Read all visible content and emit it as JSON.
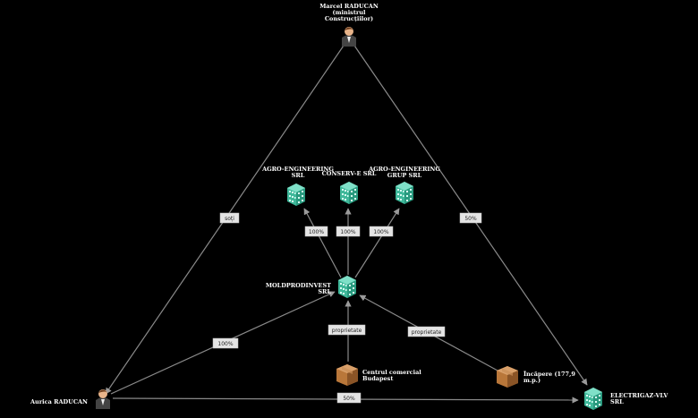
{
  "nodes": {
    "marcel": {
      "lines": [
        "Marcel RADUCAN",
        "(ministrul",
        "Construcțiilor)"
      ],
      "icon": "person-icon"
    },
    "aurica": {
      "lines": [
        "Aurica RADUCAN"
      ],
      "icon": "person-icon"
    },
    "agro1": {
      "lines": [
        "AGRO-ENGINEERING",
        "SRL"
      ],
      "icon": "building-icon"
    },
    "conserv": {
      "lines": [
        "CONSERV-E SRL"
      ],
      "icon": "building-icon"
    },
    "agro2": {
      "lines": [
        "AGRO-ENGINEERING",
        "GRUP SRL"
      ],
      "icon": "building-icon"
    },
    "moldprod": {
      "lines": [
        "MOLDPRODINVEST",
        "SRL"
      ],
      "icon": "building-icon"
    },
    "centrul": {
      "lines": [
        "Centrul comercial",
        "Budapest"
      ],
      "icon": "box-icon"
    },
    "incapere": {
      "lines": [
        "Încăpere (177,9",
        "m.p.)"
      ],
      "icon": "box-icon"
    },
    "electrigaz": {
      "lines": [
        "ELECTRIGAZ-VLV",
        "SRL"
      ],
      "icon": "building-icon"
    }
  },
  "edges": {
    "soti": "soți",
    "marcel_electrigaz": "50%",
    "moldprod_agro1": "100%",
    "moldprod_conserv": "100%",
    "moldprod_agro2": "100%",
    "aurica_moldprod": "100%",
    "aurica_electrigaz": "50%",
    "centrul_moldprod": "proprietate",
    "incapere_moldprod": "proprietate"
  },
  "colors": {
    "building": "#3fb89a",
    "building_dark": "#1f7d66",
    "box": "#b9773a",
    "box_dark": "#8a5426",
    "line": "#8a8a8a",
    "label_box": "#e4e4e4"
  }
}
